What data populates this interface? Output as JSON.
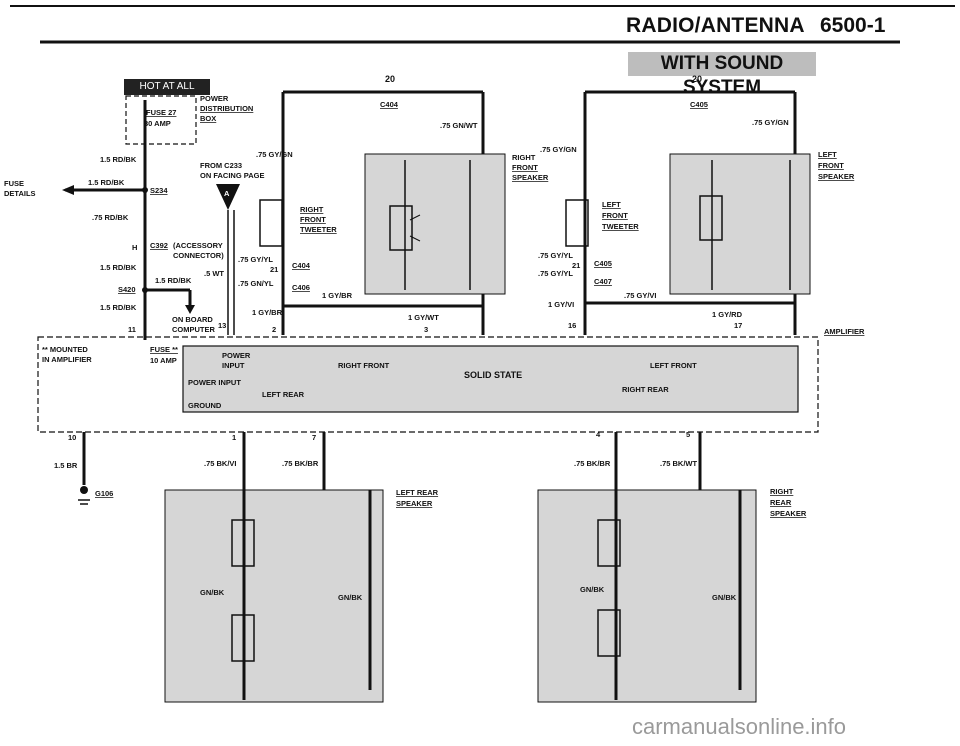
{
  "header": {
    "title": "RADIO/ANTENNA",
    "page_number": "6500-1",
    "banner": "WITH SOUND SYSTEM",
    "hot_label": "HOT AT ALL TIMES"
  },
  "watermark": "carmanualsonline.info",
  "labels": {
    "fuse27": "FUSE 27",
    "amp30": "30 AMP",
    "power_dist": "POWER",
    "power_dist2": "DISTRIBUTION",
    "power_dist3": "BOX",
    "w_rdbk_15a": "1.5 RD/BK",
    "fuse_details": "FUSE",
    "fuse_details2": "DETAILS",
    "w_rdbk_15b": "1.5 RD/BK",
    "s234": "S234",
    "from_c233": "FROM C233",
    "on_facing": "ON FACING PAGE",
    "marker_a": "A",
    "w_rdbk_75": ".75 RD/BK",
    "h": "H",
    "c392": "C392",
    "accessory": "(ACCESSORY",
    "connector": "CONNECTOR)",
    "w_rdbk_15c": "1.5 RD/BK",
    "w_rdbk_15d": "1.5 RD/BK",
    "s420": "S420",
    "w_wt_5": ".5 WT",
    "w_rdbk_15e": "1.5 RD/BK",
    "on_board": "ON BOARD",
    "computer": "COMPUTER",
    "pin13": "13",
    "pin11": "11",
    "num20a": "20",
    "c404": "C404",
    "w_gnwt": ".75 GN/WT",
    "w_gygn_a": ".75 GY/GN",
    "right_front_tw1": "RIGHT",
    "right_front_tw2": "FRONT",
    "right_front_tw3": "TWEETER",
    "w_gyyl_a": ".75 GY/YL",
    "pin21a": "21",
    "c404b": "C404",
    "w_gnyl": ".75 GN/YL",
    "c406": "C406",
    "w_gybr_1": "1 GY/BR",
    "w_gybr_2": "1 GY/BR",
    "pin2": "2",
    "w_gywt": "1 GY/WT",
    "pin3": "3",
    "rf_spk1": "RIGHT",
    "rf_spk2": "FRONT",
    "rf_spk3": "SPEAKER",
    "num20b": "20",
    "c405": "C405",
    "w_gygn_b": ".75 GY/GN",
    "w_gygn_c": ".75 GY/GN",
    "lf_tw1": "LEFT",
    "lf_tw2": "FRONT",
    "lf_tw3": "TWEETER",
    "w_gyyl_b": ".75 GY/YL",
    "pin21b": "21",
    "c405b": "C405",
    "w_gyyl_c": ".75 GY/YL",
    "c407": "C407",
    "w_gyvi_a": ".75 GY/VI",
    "w_gyvi_b": "1 GY/VI",
    "pin16": "16",
    "w_gyrd": "1 GY/RD",
    "pin17": "17",
    "lf_spk1": "LEFT",
    "lf_spk2": "FRONT",
    "lf_spk3": "SPEAKER",
    "amplifier": "AMPLIFIER",
    "mounted1": "** MOUNTED",
    "mounted2": "IN AMPLIFIER",
    "fuse_star": "FUSE **",
    "amp10": "10 AMP",
    "power_input1": "POWER",
    "power_input2": "INPUT",
    "right_front": "RIGHT FRONT",
    "solid_state": "SOLID STATE",
    "left_front": "LEFT FRONT",
    "power_input3": "POWER INPUT",
    "left_rear": "LEFT REAR",
    "right_rear": "RIGHT REAR",
    "ground": "GROUND",
    "pin10": "10",
    "pin1": "1",
    "pin7": "7",
    "pin4": "4",
    "pin5": "5",
    "w_br_15": "1.5 BR",
    "g106": "G106",
    "w_bkvi": ".75 BK/VI",
    "w_bkbr_a": ".75 BK/BR",
    "w_bkbr_b": ".75 BK/BR",
    "w_bkwt": ".75 BK/WT",
    "lr_spk1": "LEFT REAR",
    "lr_spk2": "SPEAKER",
    "rr_spk1": "RIGHT",
    "rr_spk2": "REAR",
    "rr_spk3": "SPEAKER",
    "gnbk_1": "GN/BK",
    "gnbk_2": "GN/BK",
    "gnbk_3": "GN/BK",
    "gnbk_4": "GN/BK"
  }
}
